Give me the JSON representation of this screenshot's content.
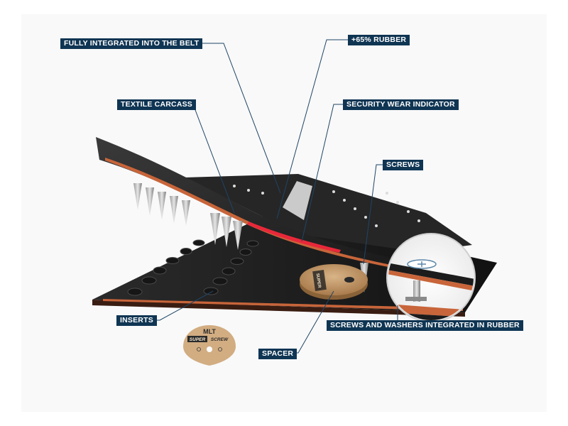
{
  "labels": {
    "fully_integrated": "FULLY INTEGRATED INTO THE BELT",
    "rubber": "+65% RUBBER",
    "textile_carcass": "TEXTILE CARCASS",
    "wear_indicator": "SECURITY WEAR INDICATOR",
    "screws": "SCREWS",
    "inserts": "INSERTS",
    "screws_washers": "SCREWS AND WASHERS INTEGRATED IN RUBBER",
    "spacer": "SPACER"
  },
  "logo": {
    "brand": "MLT",
    "super": "SUPER",
    "screw": "SCREW"
  },
  "washer": {
    "text": "SUPER"
  },
  "colors": {
    "callout_bg": "#0f3553",
    "callout_text": "#ffffff",
    "leader_line": "#1f4566",
    "rubber_dark": "#1c1c1c",
    "carcass_orange": "#c8653a",
    "wear_red": "#e8283a",
    "cork": "#c49a6c"
  }
}
